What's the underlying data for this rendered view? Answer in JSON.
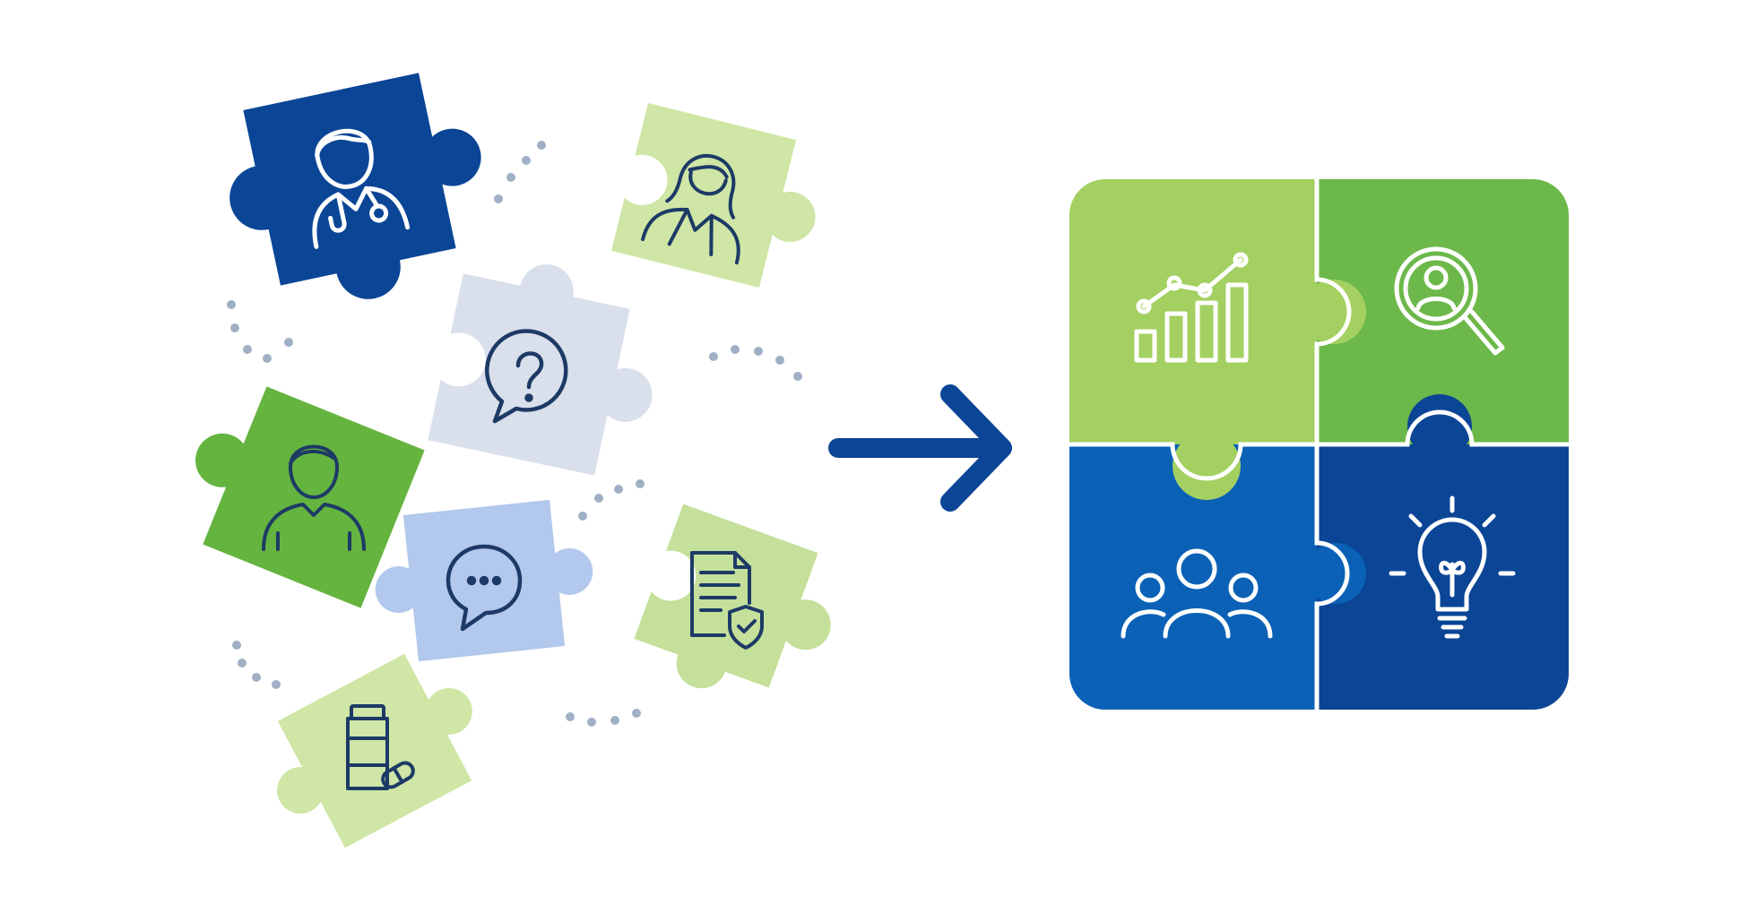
{
  "colors": {
    "background": "#ffffff",
    "navy": "#0b4596",
    "royal_blue": "#0a61b6",
    "mid_green": "#6cb84a",
    "bright_green": "#64b43f",
    "light_green": "#cfe6a6",
    "light_green_alt": "#c4e09a",
    "lime_green": "#a3d061",
    "gray_blue": "#d9dfeb",
    "periwinkle": "#b2c8ec",
    "line_navy": "#1d3a66",
    "dot_gray": "#9fb0c4",
    "arrow": "#0b4596",
    "white": "#ffffff"
  },
  "scattered_pieces": [
    {
      "icon": "doctor-icon",
      "fill": "navy"
    },
    {
      "icon": "female-doctor-icon",
      "fill": "light_green"
    },
    {
      "icon": "question-bubble-icon",
      "fill": "gray_blue"
    },
    {
      "icon": "patient-icon",
      "fill": "bright_green"
    },
    {
      "icon": "chat-bubble-icon",
      "fill": "periwinkle"
    },
    {
      "icon": "secure-document-icon",
      "fill": "light_green_alt"
    },
    {
      "icon": "medication-icon",
      "fill": "light_green"
    }
  ],
  "arrow": {
    "icon": "arrow-right-icon"
  },
  "assembled_puzzle": [
    {
      "icon": "growth-chart-icon",
      "fill": "lime_green"
    },
    {
      "icon": "person-search-icon",
      "fill": "mid_green"
    },
    {
      "icon": "team-icon",
      "fill": "royal_blue"
    },
    {
      "icon": "lightbulb-icon",
      "fill": "navy"
    }
  ]
}
